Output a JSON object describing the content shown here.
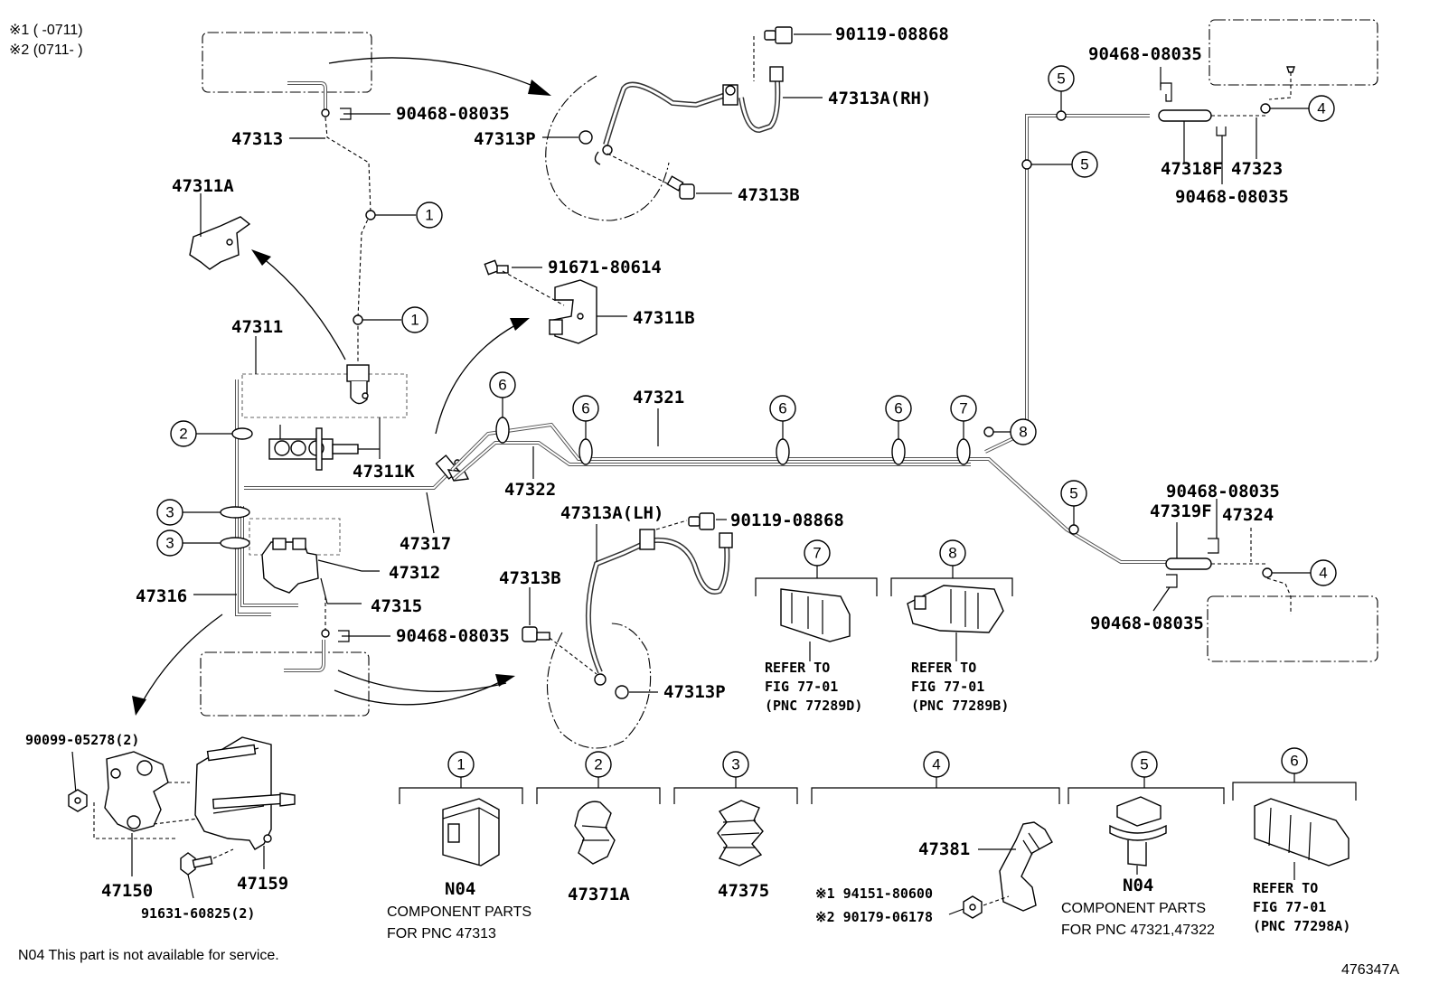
{
  "diagram": {
    "legend": {
      "note1": "※1 (      -0711)",
      "note2": "※2 (0711-       )"
    },
    "parts": {
      "p47313": "47313",
      "p90468_top": "90468-08035",
      "p47311A": "47311A",
      "p47311": "47311",
      "p47311K": "47311K",
      "p47316": "47316",
      "p47312": "47312",
      "p47315": "47315",
      "p47317": "47317",
      "p90468_mid": "90468-08035",
      "p90119_top": "90119-08868",
      "p47313A_RH": "47313A(RH)",
      "p47313P_top": "47313P",
      "p47313B_top": "47313B",
      "p91671": "91671-80614",
      "p47311B": "47311B",
      "p47321": "47321",
      "p47322": "47322",
      "p47313A_LH": "47313A(LH)",
      "p90119_mid": "90119-08868",
      "p47313B_mid": "47313B",
      "p47313P_mid": "47313P",
      "p90468_r1": "90468-08035",
      "p47318F": "47318F",
      "p47323": "47323",
      "p90468_r2": "90468-08035",
      "p90468_r3": "90468-08035",
      "p47319F": "47319F",
      "p47324": "47324",
      "p90468_r4": "90468-08035",
      "p90099": "90099-05278(2)",
      "p47150": "47150",
      "p47159": "47159",
      "p91631": "91631-60825(2)",
      "p47371A": "47371A",
      "p47375": "47375",
      "p47381": "47381",
      "p94151": "※1 94151-80600",
      "p90179": "※2 90179-06178"
    },
    "refs": {
      "ref7": [
        "REFER TO",
        "FIG 77-01",
        "(PNC 77289D)"
      ],
      "ref8": [
        "REFER TO",
        "FIG 77-01",
        "(PNC 77289B)"
      ],
      "ref6": [
        "REFER TO",
        "FIG 77-01",
        "(PNC 77298A)"
      ]
    },
    "legend_boxes": {
      "b1": {
        "num": "1",
        "code": "N04",
        "line1": "COMPONENT PARTS",
        "line2": "FOR PNC 47313"
      },
      "b2": {
        "num": "2"
      },
      "b3": {
        "num": "3"
      },
      "b4": {
        "num": "4"
      },
      "b5": {
        "num": "5",
        "code": "N04",
        "line1": "COMPONENT PARTS",
        "line2": "FOR PNC 47321,47322"
      },
      "b6": {
        "num": "6"
      }
    },
    "callouts": {
      "c1": "1",
      "c2": "2",
      "c3": "3",
      "c4": "4",
      "c5": "5",
      "c6": "6",
      "c7": "7",
      "c8": "8"
    },
    "footnote": "N04 This part is not available for service.",
    "figure_id": "476347A"
  }
}
